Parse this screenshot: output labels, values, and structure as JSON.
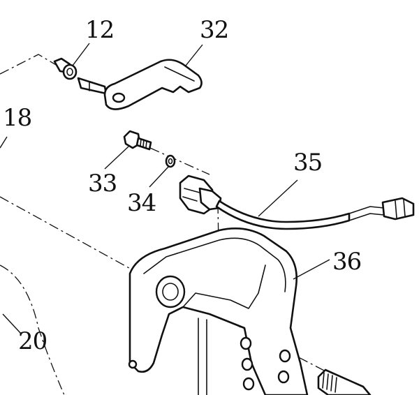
{
  "diagram": {
    "callouts": [
      {
        "id": "12",
        "label": "12"
      },
      {
        "id": "32",
        "label": "32"
      },
      {
        "id": "18",
        "label": "18"
      },
      {
        "id": "33",
        "label": "33"
      },
      {
        "id": "34",
        "label": "34"
      },
      {
        "id": "35",
        "label": "35"
      },
      {
        "id": "36",
        "label": "36"
      },
      {
        "id": "20",
        "label": "20"
      }
    ]
  }
}
